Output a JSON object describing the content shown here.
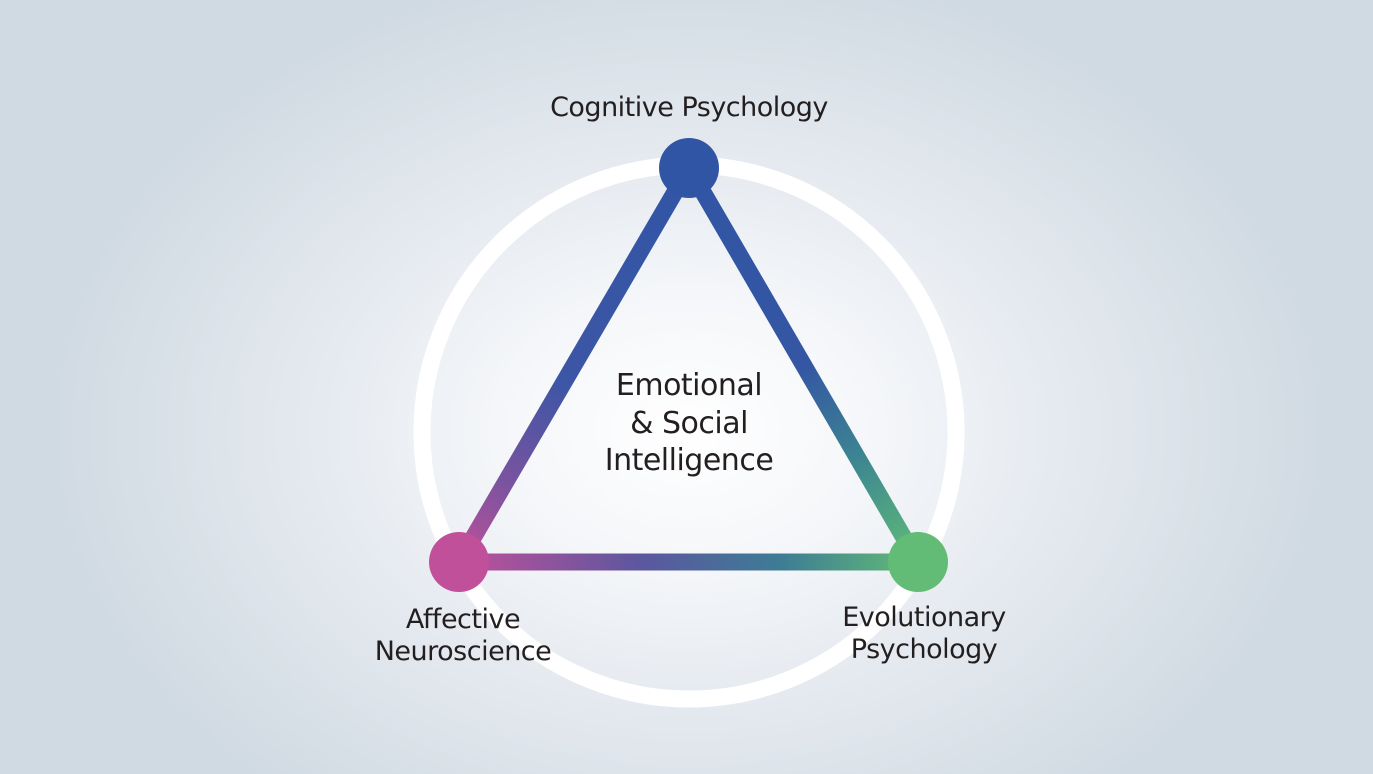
{
  "center": {
    "line1": "Emotional",
    "line2": "& Social",
    "line3": "Intelligence"
  },
  "nodes": {
    "top": {
      "line1": "Cognitive Psychology",
      "color": "#3155a5"
    },
    "left": {
      "line1": "Affective",
      "line2": "Neuroscience",
      "color": "#c0509a"
    },
    "right": {
      "line1": "Evolutionary",
      "line2": "Psychology",
      "color": "#62bc76"
    }
  },
  "colors": {
    "ring": "#ffffff",
    "mid_purple": "#5b579f",
    "mid_teal": "#3d8c90"
  }
}
